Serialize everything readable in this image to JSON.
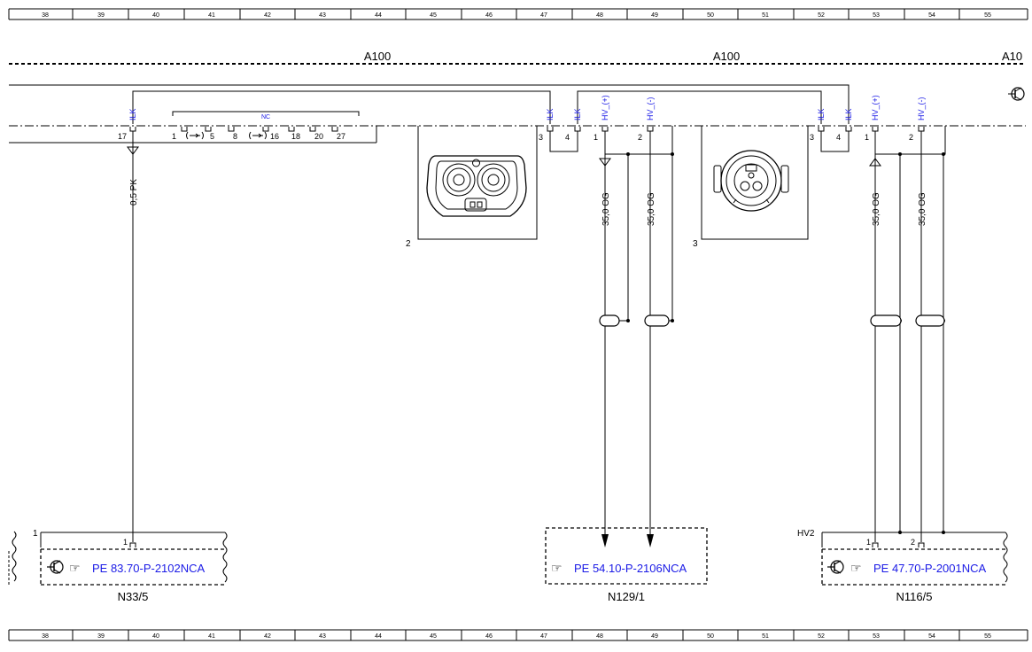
{
  "ruler": {
    "cells": [
      "38",
      "39",
      "40",
      "41",
      "42",
      "43",
      "44",
      "45",
      "46",
      "47",
      "48",
      "49",
      "50",
      "51",
      "52",
      "53",
      "54",
      "55"
    ]
  },
  "ground_point": {
    "labels": [
      "A100",
      "A100",
      "A10"
    ]
  },
  "left_connector": {
    "signal_ilk": "ILK",
    "pin_17": "17",
    "nc_label": "NC",
    "pins": [
      "1",
      "5",
      "8",
      "16",
      "18",
      "20",
      "27"
    ]
  },
  "connector_2": {
    "id": "2",
    "pin_3": "3",
    "pin_4": "4",
    "pin_1": "1",
    "pin_2": "2",
    "sig_ilk_a": "ILK",
    "sig_ilk_b": "ILK",
    "sig_hv_plus": "HV_(+)",
    "sig_hv_minus": "HV_(-)"
  },
  "connector_3": {
    "id": "3",
    "pin_3": "3",
    "pin_4": "4",
    "pin_1": "1",
    "pin_2": "2",
    "sig_ilk_a": "ILK",
    "sig_ilk_b": "ILK",
    "sig_hv_plus": "HV_(+)",
    "sig_hv_minus": "HV_(-)"
  },
  "wires": {
    "pk": "0,5 PK",
    "og_1": "35,0 OG",
    "og_2": "35,0 OG",
    "og_3": "35,0 OG",
    "og_4": "35,0 OG"
  },
  "components": {
    "n33": {
      "name": "N33/5",
      "ref": "PE 83.70-P-2102NCA",
      "conn_id": "1",
      "pin": "1"
    },
    "n129": {
      "name": "N129/1",
      "ref": "PE 54.10-P-2106NCA"
    },
    "n116": {
      "name": "N116/5",
      "ref": "PE 47.70-P-2001NCA",
      "conn_id": "HV2",
      "pin_1": "1",
      "pin_2": "2"
    }
  },
  "colors": {
    "signal_text": "#1a1ae6",
    "line": "#000000"
  }
}
